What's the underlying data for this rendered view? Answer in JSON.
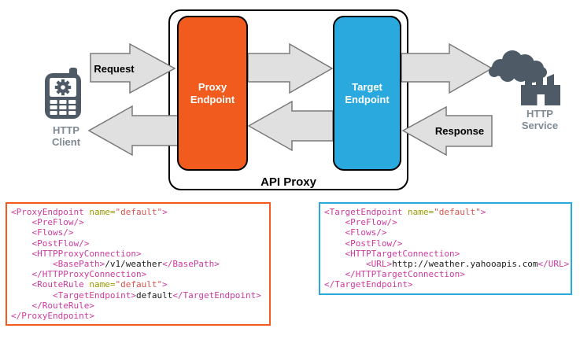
{
  "colors": {
    "proxy_orange": "#F25B1E",
    "target_blue": "#29A9DE",
    "arrow_fill": "#E0E0E0",
    "arrow_stroke": "#7A7A7A",
    "icon_gray": "#4E5B66",
    "label_gray": "#7E8A94",
    "box_border": "#000000",
    "syn_tag": "#CC3A9E",
    "syn_attr": "#999900",
    "syn_str": "#D4534E",
    "syn_text": "#1A1A1A"
  },
  "diagram": {
    "http_client": {
      "line1": "HTTP",
      "line2": "Client"
    },
    "http_service": {
      "line1": "HTTP",
      "line2": "Service"
    },
    "proxy_endpoint": {
      "line1": "Proxy",
      "line2": "Endpoint"
    },
    "target_endpoint": {
      "line1": "Target",
      "line2": "Endpoint"
    },
    "api_proxy_label": "API Proxy",
    "request_label": "Request",
    "response_label": "Response"
  },
  "code_blocks": [
    {
      "id": "proxy-endpoint-xml",
      "lines": [
        [
          [
            "tag",
            "<ProxyEndpoint"
          ],
          [
            "attr",
            " name="
          ],
          [
            "str",
            "\"default\""
          ],
          [
            "tag",
            ">"
          ]
        ],
        [
          [
            "text",
            "    "
          ],
          [
            "tag",
            "<PreFlow/>"
          ]
        ],
        [
          [
            "text",
            "    "
          ],
          [
            "tag",
            "<Flows/>"
          ]
        ],
        [
          [
            "text",
            "    "
          ],
          [
            "tag",
            "<PostFlow/>"
          ]
        ],
        [
          [
            "text",
            "    "
          ],
          [
            "tag",
            "<HTTPProxyConnection>"
          ]
        ],
        [
          [
            "text",
            "        "
          ],
          [
            "tag",
            "<BasePath>"
          ],
          [
            "text",
            "/v1/weather"
          ],
          [
            "tag",
            "</BasePath>"
          ]
        ],
        [
          [
            "text",
            "    "
          ],
          [
            "tag",
            "</HTTPProxyConnection>"
          ]
        ],
        [
          [
            "text",
            "    "
          ],
          [
            "tag",
            "<RouteRule"
          ],
          [
            "attr",
            " name="
          ],
          [
            "str",
            "\"default\""
          ],
          [
            "tag",
            ">"
          ]
        ],
        [
          [
            "text",
            "        "
          ],
          [
            "tag",
            "<TargetEndpoint>"
          ],
          [
            "text",
            "default"
          ],
          [
            "tag",
            "</TargetEndpoint>"
          ]
        ],
        [
          [
            "text",
            "    "
          ],
          [
            "tag",
            "</RouteRule>"
          ]
        ],
        [
          [
            "tag",
            "</ProxyEndpoint>"
          ]
        ]
      ]
    },
    {
      "id": "target-endpoint-xml",
      "lines": [
        [
          [
            "tag",
            "<TargetEndpoint"
          ],
          [
            "attr",
            " name="
          ],
          [
            "str",
            "\"default\""
          ],
          [
            "tag",
            ">"
          ]
        ],
        [
          [
            "text",
            "    "
          ],
          [
            "tag",
            "<PreFlow/>"
          ]
        ],
        [
          [
            "text",
            "    "
          ],
          [
            "tag",
            "<Flows/>"
          ]
        ],
        [
          [
            "text",
            "    "
          ],
          [
            "tag",
            "<PostFlow/>"
          ]
        ],
        [
          [
            "text",
            "    "
          ],
          [
            "tag",
            "<HTTPTargetConnection>"
          ]
        ],
        [
          [
            "text",
            "        "
          ],
          [
            "tag",
            "<URL>"
          ],
          [
            "text",
            "http://weather.yahooapis.com"
          ],
          [
            "tag",
            "</URL>"
          ]
        ],
        [
          [
            "text",
            "    "
          ],
          [
            "tag",
            "</HTTPTargetConnection>"
          ]
        ],
        [
          [
            "tag",
            "</TargetEndpoint>"
          ]
        ]
      ]
    }
  ]
}
